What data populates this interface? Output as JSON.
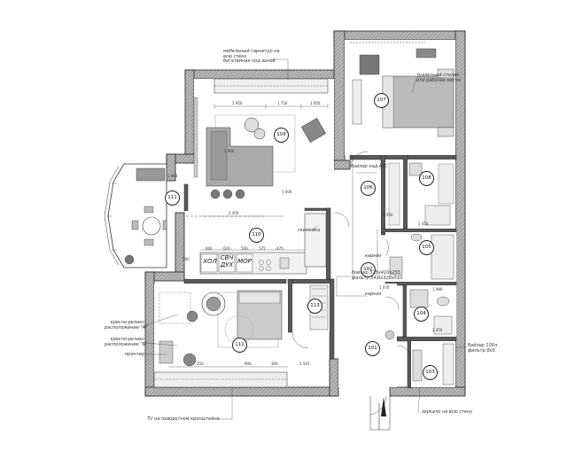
{
  "rooms": [
    "101",
    "102",
    "103",
    "104",
    "105",
    "106",
    "107",
    "108",
    "109",
    "110",
    "111",
    "112",
    "113"
  ],
  "appliances": {
    "fridge": "ХОЛ",
    "microwave_top": "СВЧ",
    "oven_bottom": "ДУХ",
    "freezer": "МОР"
  },
  "annotations": {
    "furniture_set": "мебельный гарнитур на\nвсю стену\nбогатейная под зоной",
    "dressing_table": "туалетный столик\nили рабочее место",
    "boiler_top": "бойлер над АТС",
    "boiler_filter": "бойлер 575х410х255\nфильтр 54,0х328х510",
    "curtain_upper": "карниз",
    "curtain_lower": "карниз",
    "bench": "скамейка",
    "chair_a": "кресло-релакс\nрасположение \"А\"",
    "chair_b": "кресло-релакс\nрасположение \"Б\"",
    "printer": "принтер",
    "tv": "TV на поворотном кронштейне",
    "mirror": "зеркало на всю стену",
    "boiler_right": "бойлер 100л.\nфильтр 8х5."
  },
  "dimensions": [
    "1 950",
    "1 750",
    "1 050",
    "2 450",
    "1 450",
    "1 900",
    "600",
    "620",
    "500",
    "575",
    "475",
    "900",
    "250",
    "300",
    "1 543",
    "1 803",
    "1 000",
    "500",
    "1 980",
    "2 450",
    "1 070",
    "3 950"
  ]
}
